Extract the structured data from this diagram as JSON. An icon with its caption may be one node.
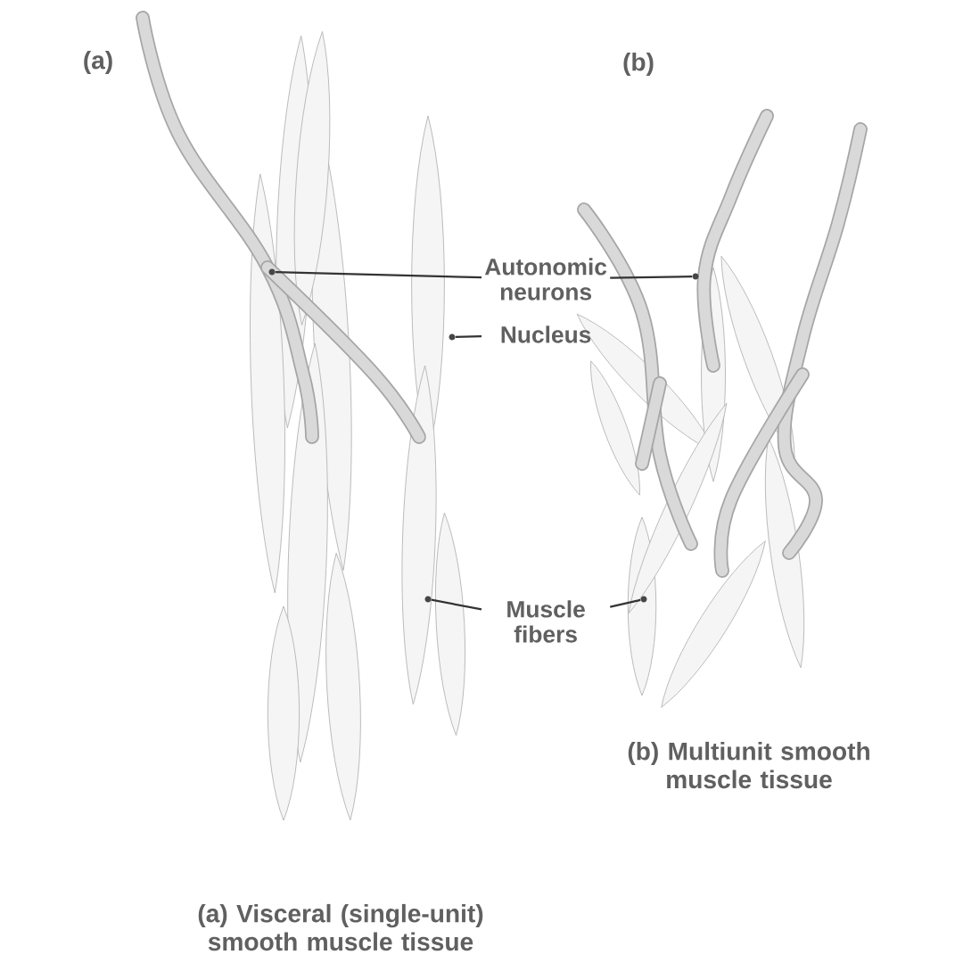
{
  "diagram": {
    "nodes": [
      {
        "text": [
          "Autonomic neurons"
        ]
      },
      {
        "text": [],
        "shape": "picture"
      },
      {
        "text": [],
        "shape": "picture"
      },
      {
        "text": [
          "Nucleus"
        ]
      },
      {
        "text": [],
        "shape": "picture"
      },
      {
        "text": [
          "Muscle fibers"
        ]
      },
      {
        "text": [],
        "shape": "picture"
      },
      {
        "text": [],
        "shape": "picture"
      }
    ],
    "edges": [
      {
        "from": 0,
        "to": 1,
        "arrow": "none"
      },
      {
        "from": 0,
        "to": 2,
        "arrow": "none"
      },
      {
        "from": 3,
        "to": 4,
        "arrow": "none"
      },
      {
        "from": 5,
        "to": 6,
        "arrow": "none"
      },
      {
        "from": 5,
        "to": 7,
        "arrow": "none"
      }
    ],
    "labels": [
      "(a)",
      "(b)",
      "(b) Multiunit smooth muscle tissue",
      "(a) Visceral (single-unit) smooth muscle tissue"
    ]
  }
}
